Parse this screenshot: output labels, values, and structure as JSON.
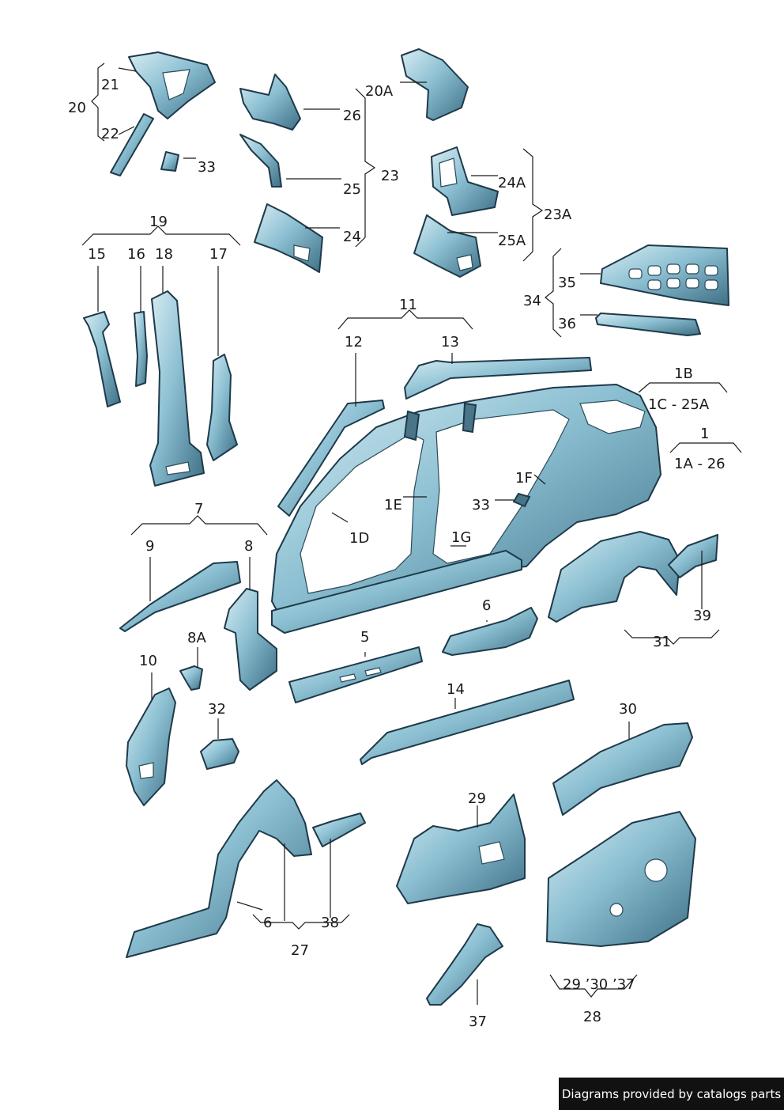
{
  "diagram": {
    "callouts": [
      "21",
      "20",
      "22",
      "33",
      "26",
      "20A",
      "23",
      "25",
      "24",
      "24A",
      "23A",
      "25A",
      "19",
      "15",
      "16",
      "18",
      "17",
      "35",
      "34",
      "36",
      "11",
      "12",
      "13",
      "1B",
      "1C - 25A",
      "1",
      "1A - 26",
      "1F",
      "33",
      "1E",
      "1D",
      "1G",
      "7",
      "9",
      "8",
      "8A",
      "6",
      "5",
      "39",
      "31",
      "10",
      "32",
      "14",
      "30",
      "29",
      "6",
      "38",
      "27",
      "29 ’30 ’37",
      "28",
      "37"
    ],
    "part_color": "#7fb6c9",
    "outline_color": "#1e3a4a"
  },
  "footer": {
    "credit": "Diagrams provided by catalogs parts"
  }
}
